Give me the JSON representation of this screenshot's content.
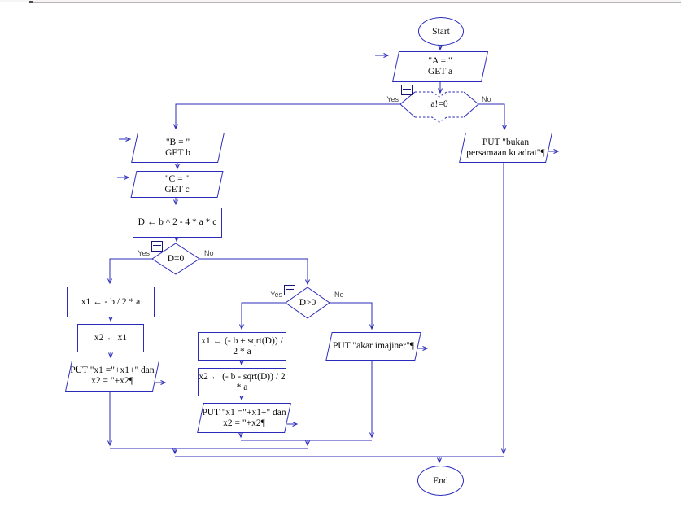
{
  "colors": {
    "line": "#2b2bbb",
    "node_text": "#0b0b0b",
    "branch_label_text": "#444444"
  },
  "flowchart": {
    "start": {
      "label": "Start"
    },
    "input_a": {
      "line1": "\"A = \"",
      "line2": "GET a"
    },
    "decision_a": {
      "label": "a!=0",
      "yes": "Yes",
      "no": "No"
    },
    "input_b": {
      "line1": "\"B = \"",
      "line2": "GET b"
    },
    "input_c": {
      "line1": "\"C = \"",
      "line2": "GET c"
    },
    "assign_d": {
      "label": "D ← b ^ 2 - 4 * a * c"
    },
    "decision_d0": {
      "label": "D=0",
      "yes": "Yes",
      "no": "No"
    },
    "assign_x1_left": {
      "label": "x1 ← - b / 2 * a"
    },
    "assign_x2_left": {
      "label": "x2 ← x1"
    },
    "output_left": {
      "line1": "PUT \"x1 =\"+x1+\" dan",
      "line2": "x2 = \"+x2¶"
    },
    "decision_dpos": {
      "label": "D>0",
      "yes": "Yes",
      "no": "No"
    },
    "assign_x1_mid": {
      "line1": "x1 ← (- b + sqrt(D)) /",
      "line2": "2 * a"
    },
    "assign_x2_mid": {
      "line1": "x2 ← (- b - sqrt(D)) / 2",
      "line2": "* a"
    },
    "output_mid": {
      "line1": "PUT \"x1 =\"+x1+\" dan",
      "line2": "x2 = \"+x2¶"
    },
    "output_imaginary": {
      "label": "PUT \"akar imajiner\"¶"
    },
    "output_not_quadratic": {
      "line1": "PUT \"bukan",
      "line2": "persamaan kuadrat\"¶"
    },
    "end": {
      "label": "End"
    }
  }
}
